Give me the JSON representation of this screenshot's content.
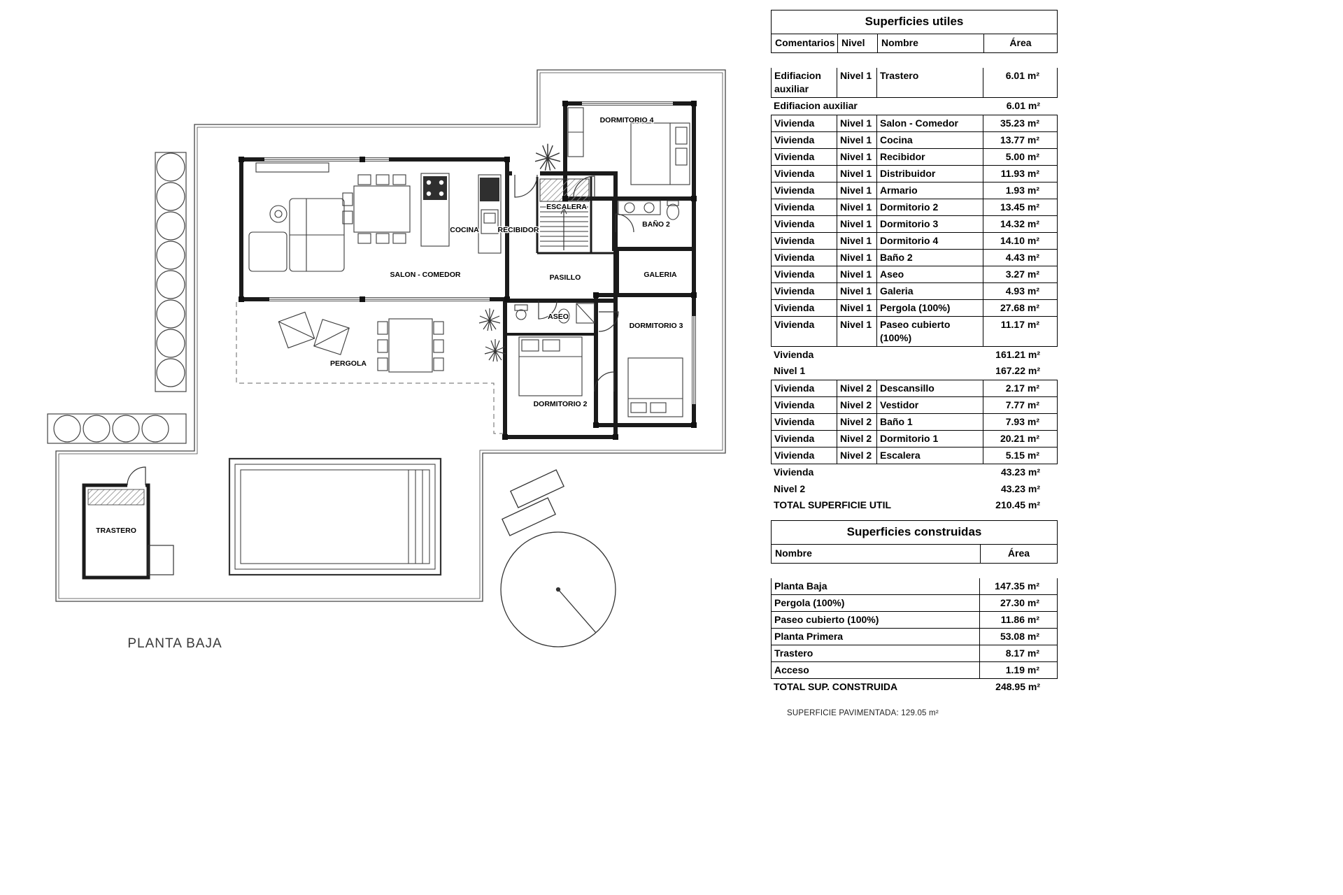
{
  "plan": {
    "title": "PLANTA BAJA",
    "labels": {
      "dormitorio4": "DORMITORIO 4",
      "escalera": "ESCALERA",
      "cocina": "COCINA",
      "recibidor": "RECIBIDOR",
      "bano2": "BAÑO 2",
      "salon": "SALON - COMEDOR",
      "pasillo": "PASILLO",
      "galeria": "GALERIA",
      "aseo": "ASEO",
      "dormitorio3": "DORMITORIO 3",
      "pergola": "PERGOLA",
      "dormitorio2": "DORMITORIO 2",
      "trastero": "TRASTERO"
    }
  },
  "utiles": {
    "title": "Superficies utiles",
    "headers": {
      "comentarios": "Comentarios",
      "nivel": "Nivel",
      "nombre": "Nombre",
      "area": "Área"
    },
    "rows": [
      {
        "type": "data",
        "c": "Edifiacion auxiliar",
        "n": "Nivel 1",
        "r": "Trastero",
        "a": "6.01 m²"
      },
      {
        "type": "subtotal",
        "label": "Edifiacion auxiliar",
        "a": "6.01 m²"
      },
      {
        "type": "data",
        "c": "Vivienda",
        "n": "Nivel 1",
        "r": "Salon - Comedor",
        "a": "35.23 m²"
      },
      {
        "type": "data",
        "c": "Vivienda",
        "n": "Nivel 1",
        "r": "Cocina",
        "a": "13.77 m²"
      },
      {
        "type": "data",
        "c": "Vivienda",
        "n": "Nivel 1",
        "r": "Recibidor",
        "a": "5.00 m²"
      },
      {
        "type": "data",
        "c": "Vivienda",
        "n": "Nivel 1",
        "r": "Distribuidor",
        "a": "11.93 m²"
      },
      {
        "type": "data",
        "c": "Vivienda",
        "n": "Nivel 1",
        "r": "Armario",
        "a": "1.93 m²"
      },
      {
        "type": "data",
        "c": "Vivienda",
        "n": "Nivel 1",
        "r": "Dormitorio 2",
        "a": "13.45 m²"
      },
      {
        "type": "data",
        "c": "Vivienda",
        "n": "Nivel 1",
        "r": "Dormitorio 3",
        "a": "14.32 m²"
      },
      {
        "type": "data",
        "c": "Vivienda",
        "n": "Nivel 1",
        "r": "Dormitorio 4",
        "a": "14.10 m²"
      },
      {
        "type": "data",
        "c": "Vivienda",
        "n": "Nivel 1",
        "r": "Baño 2",
        "a": "4.43 m²"
      },
      {
        "type": "data",
        "c": "Vivienda",
        "n": "Nivel 1",
        "r": "Aseo",
        "a": "3.27 m²"
      },
      {
        "type": "data",
        "c": "Vivienda",
        "n": "Nivel 1",
        "r": "Galeria",
        "a": "4.93 m²"
      },
      {
        "type": "data",
        "c": "Vivienda",
        "n": "Nivel 1",
        "r": "Pergola (100%)",
        "a": "27.68 m²"
      },
      {
        "type": "data",
        "c": "Vivienda",
        "n": "Nivel 1",
        "r": "Paseo cubierto (100%)",
        "a": "11.17 m²"
      },
      {
        "type": "subtotal",
        "label": "Vivienda",
        "a": "161.21 m²"
      },
      {
        "type": "subtotal",
        "label": "Nivel 1",
        "a": "167.22 m²"
      },
      {
        "type": "data",
        "c": "Vivienda",
        "n": "Nivel 2",
        "r": "Descansillo",
        "a": "2.17 m²"
      },
      {
        "type": "data",
        "c": "Vivienda",
        "n": "Nivel 2",
        "r": "Vestidor",
        "a": "7.77 m²"
      },
      {
        "type": "data",
        "c": "Vivienda",
        "n": "Nivel 2",
        "r": "Baño 1",
        "a": "7.93 m²"
      },
      {
        "type": "data",
        "c": "Vivienda",
        "n": "Nivel 2",
        "r": "Dormitorio 1",
        "a": "20.21 m²"
      },
      {
        "type": "data",
        "c": "Vivienda",
        "n": "Nivel 2",
        "r": "Escalera",
        "a": "5.15 m²"
      },
      {
        "type": "subtotal",
        "label": "Vivienda",
        "a": "43.23 m²"
      },
      {
        "type": "subtotal",
        "label": "Nivel 2",
        "a": "43.23 m²"
      },
      {
        "type": "total",
        "label": "TOTAL SUPERFICIE UTIL",
        "a": "210.45 m²"
      }
    ]
  },
  "construidas": {
    "title": "Superficies construidas",
    "headers": {
      "nombre": "Nombre",
      "area": "Área"
    },
    "rows": [
      {
        "type": "data",
        "r": "Planta Baja",
        "a": "147.35 m²"
      },
      {
        "type": "data",
        "r": "Pergola (100%)",
        "a": "27.30 m²"
      },
      {
        "type": "data",
        "r": "Paseo cubierto (100%)",
        "a": "11.86 m²"
      },
      {
        "type": "data",
        "r": "Planta Primera",
        "a": "53.08 m²"
      },
      {
        "type": "data",
        "r": "Trastero",
        "a": "8.17 m²"
      },
      {
        "type": "data",
        "r": "Acceso",
        "a": "1.19 m²"
      },
      {
        "type": "total",
        "label": "TOTAL SUP. CONSTRUIDA",
        "a": "248.95 m²"
      }
    ]
  },
  "footnote": "SUPERFICIE PAVIMENTADA: 129.05 m²"
}
